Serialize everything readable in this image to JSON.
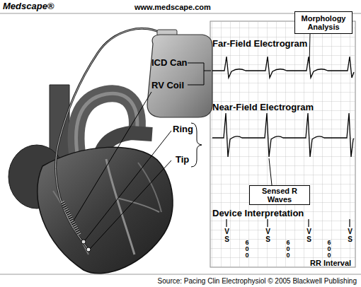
{
  "diagram": {
    "caption": "Source: Pacing Clin Electrophysiol © 2005 Blackwell Publishing",
    "nodes": [
      {
        "text": [
          "Morphology Analysis"
        ]
      },
      {
        "text": [
          "Sensed R Waves"
        ]
      }
    ],
    "labels": [
      "Medscape®",
      "www.medscape.com",
      "ICD Can",
      "RV Coil",
      "Ring",
      "Tip",
      "Far-Field Electrogram",
      "Near-Field Electrogram",
      "Device Interpretation",
      "V S",
      "V S",
      "V S",
      "V S",
      "600",
      "600",
      "600",
      "RR Interval"
    ]
  }
}
